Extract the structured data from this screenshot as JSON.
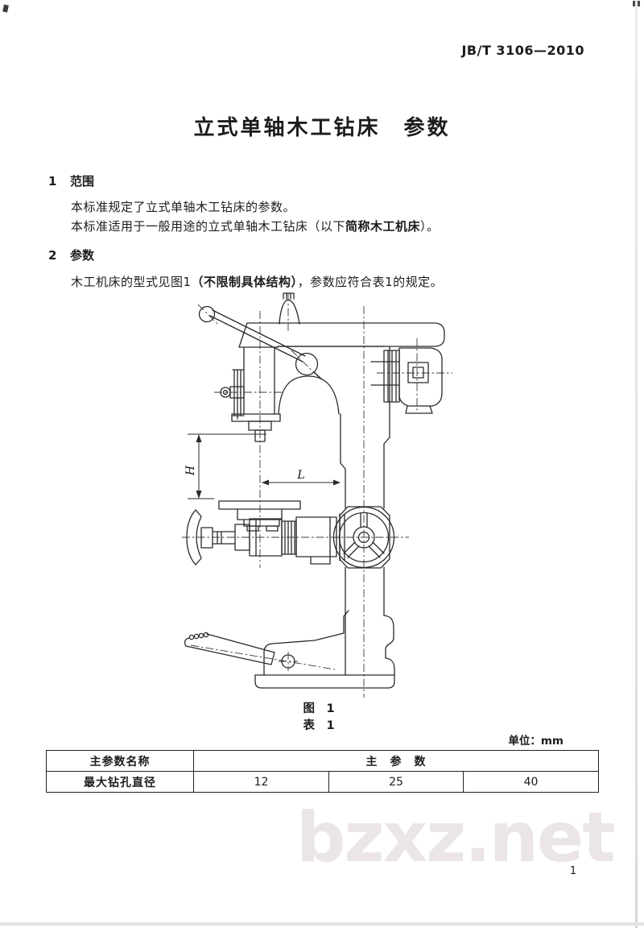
{
  "header": {
    "standard_code": "JB/T 3106—2010"
  },
  "title": "立式单轴木工钻床　参数",
  "section1": {
    "number": "1",
    "heading": "范围",
    "para1": "本标准规定了立式单轴木工钻床的参数。",
    "para2_pre": "本标准适用于一般用途的立式单轴木工钻床（以下",
    "para2_bold": "简称木工机床",
    "para2_post": "）。"
  },
  "section2": {
    "number": "2",
    "heading": "参数",
    "para_pre": "木工机床的型式见图1",
    "para_bold": "（不限制具体结构）",
    "para_post": "，参数应符合表1的规定。"
  },
  "figure": {
    "dim_h": "H",
    "dim_l": "L",
    "caption_figure": "图　1",
    "caption_table": "表　1"
  },
  "table": {
    "unit_label": "单位：mm",
    "col1_header": "主参数名称",
    "main_header": "主　参　数",
    "row_name": "最大钻孔直径",
    "values": [
      "12",
      "25",
      "40"
    ]
  },
  "footer": {
    "page_number": "1",
    "watermark": "bzxz.net"
  },
  "colors": {
    "ink": "#2a2a2a",
    "watermark": "#ebe5e5"
  }
}
